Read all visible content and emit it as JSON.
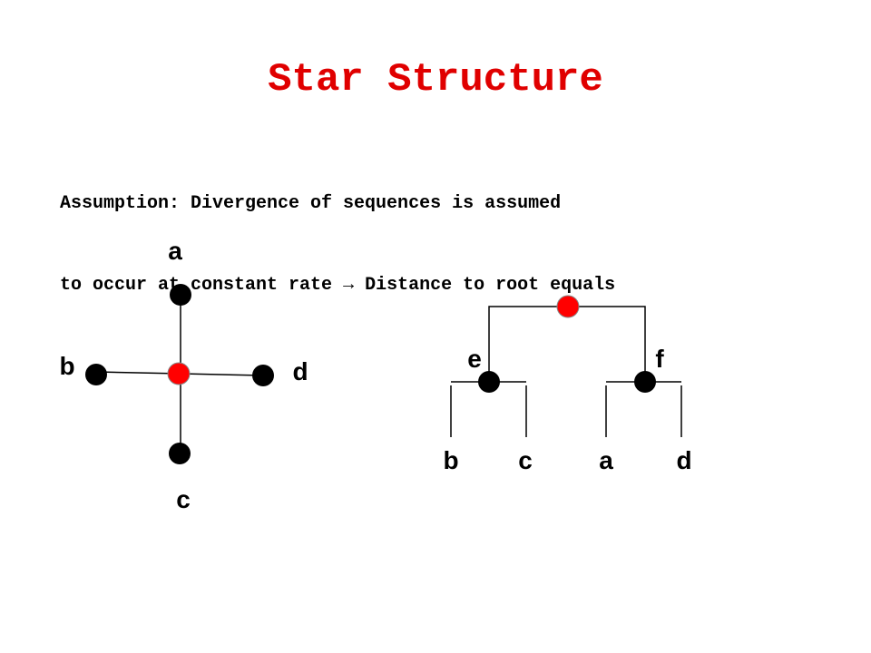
{
  "title": "Star Structure",
  "assumption": {
    "line1": "Assumption: Divergence of sequences is assumed",
    "line2_before": "to occur at constant rate ",
    "arrow": "→",
    "line2_after": " Distance to root equals"
  },
  "star_tree": {
    "labels": {
      "a": "a",
      "b": "b",
      "c": "c",
      "d": "d"
    }
  },
  "rooted_tree": {
    "labels": {
      "e": "e",
      "f": "f",
      "b": "b",
      "c": "c",
      "a": "a",
      "d": "d"
    }
  },
  "colors": {
    "title": "#e00000",
    "root_node": "#ff0000",
    "node": "#000000",
    "edge": "#000000"
  }
}
